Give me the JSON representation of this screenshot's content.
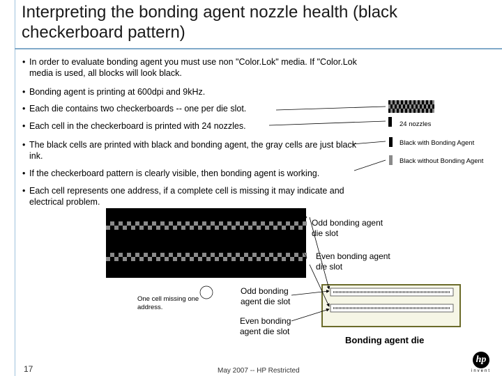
{
  "title": "Interpreting the bonding agent nozzle health (black checkerboard pattern)",
  "bullets": [
    "In order to evaluate bonding agent you must use non \"Color.Lok\" media. If \"Color.Lok media is used, all blocks will look black.",
    "Bonding agent is printing at 600dpi and 9kHz.",
    "Each die contains two checkerboards -- one per die slot.",
    "Each cell in the checkerboard is printed with 24 nozzles.",
    "The black cells are printed with black and bonding agent, the gray cells are just black ink.",
    "If the checkerboard pattern is clearly visible, then bonding agent is working.",
    "Each cell represents one address, if a complete cell is missing it may indicate and electrical problem."
  ],
  "legend": {
    "nozzles": "24 nozzles",
    "with_agent": "Black with Bonding Agent",
    "without_agent": "Black without Bonding Agent"
  },
  "labels": {
    "odd_upper": "Odd bonding agent die slot",
    "even_upper": "Even bonding agent die slot",
    "one_cell_missing": "One cell missing one address.",
    "odd_lower": "Odd bonding agent die slot",
    "even_lower": "Even bonding agent die slot",
    "die": "Bonding agent die"
  },
  "footer": {
    "page": "17",
    "text": "May 2007 -- HP Restricted",
    "logo": "hp",
    "logo_tagline": "invent"
  },
  "colors": {
    "accent_line": "#7fa9c9",
    "die_frame": "#6b6b2a",
    "gray_cell": "#8a8a8a"
  },
  "icons": [
    "hp-logo"
  ]
}
